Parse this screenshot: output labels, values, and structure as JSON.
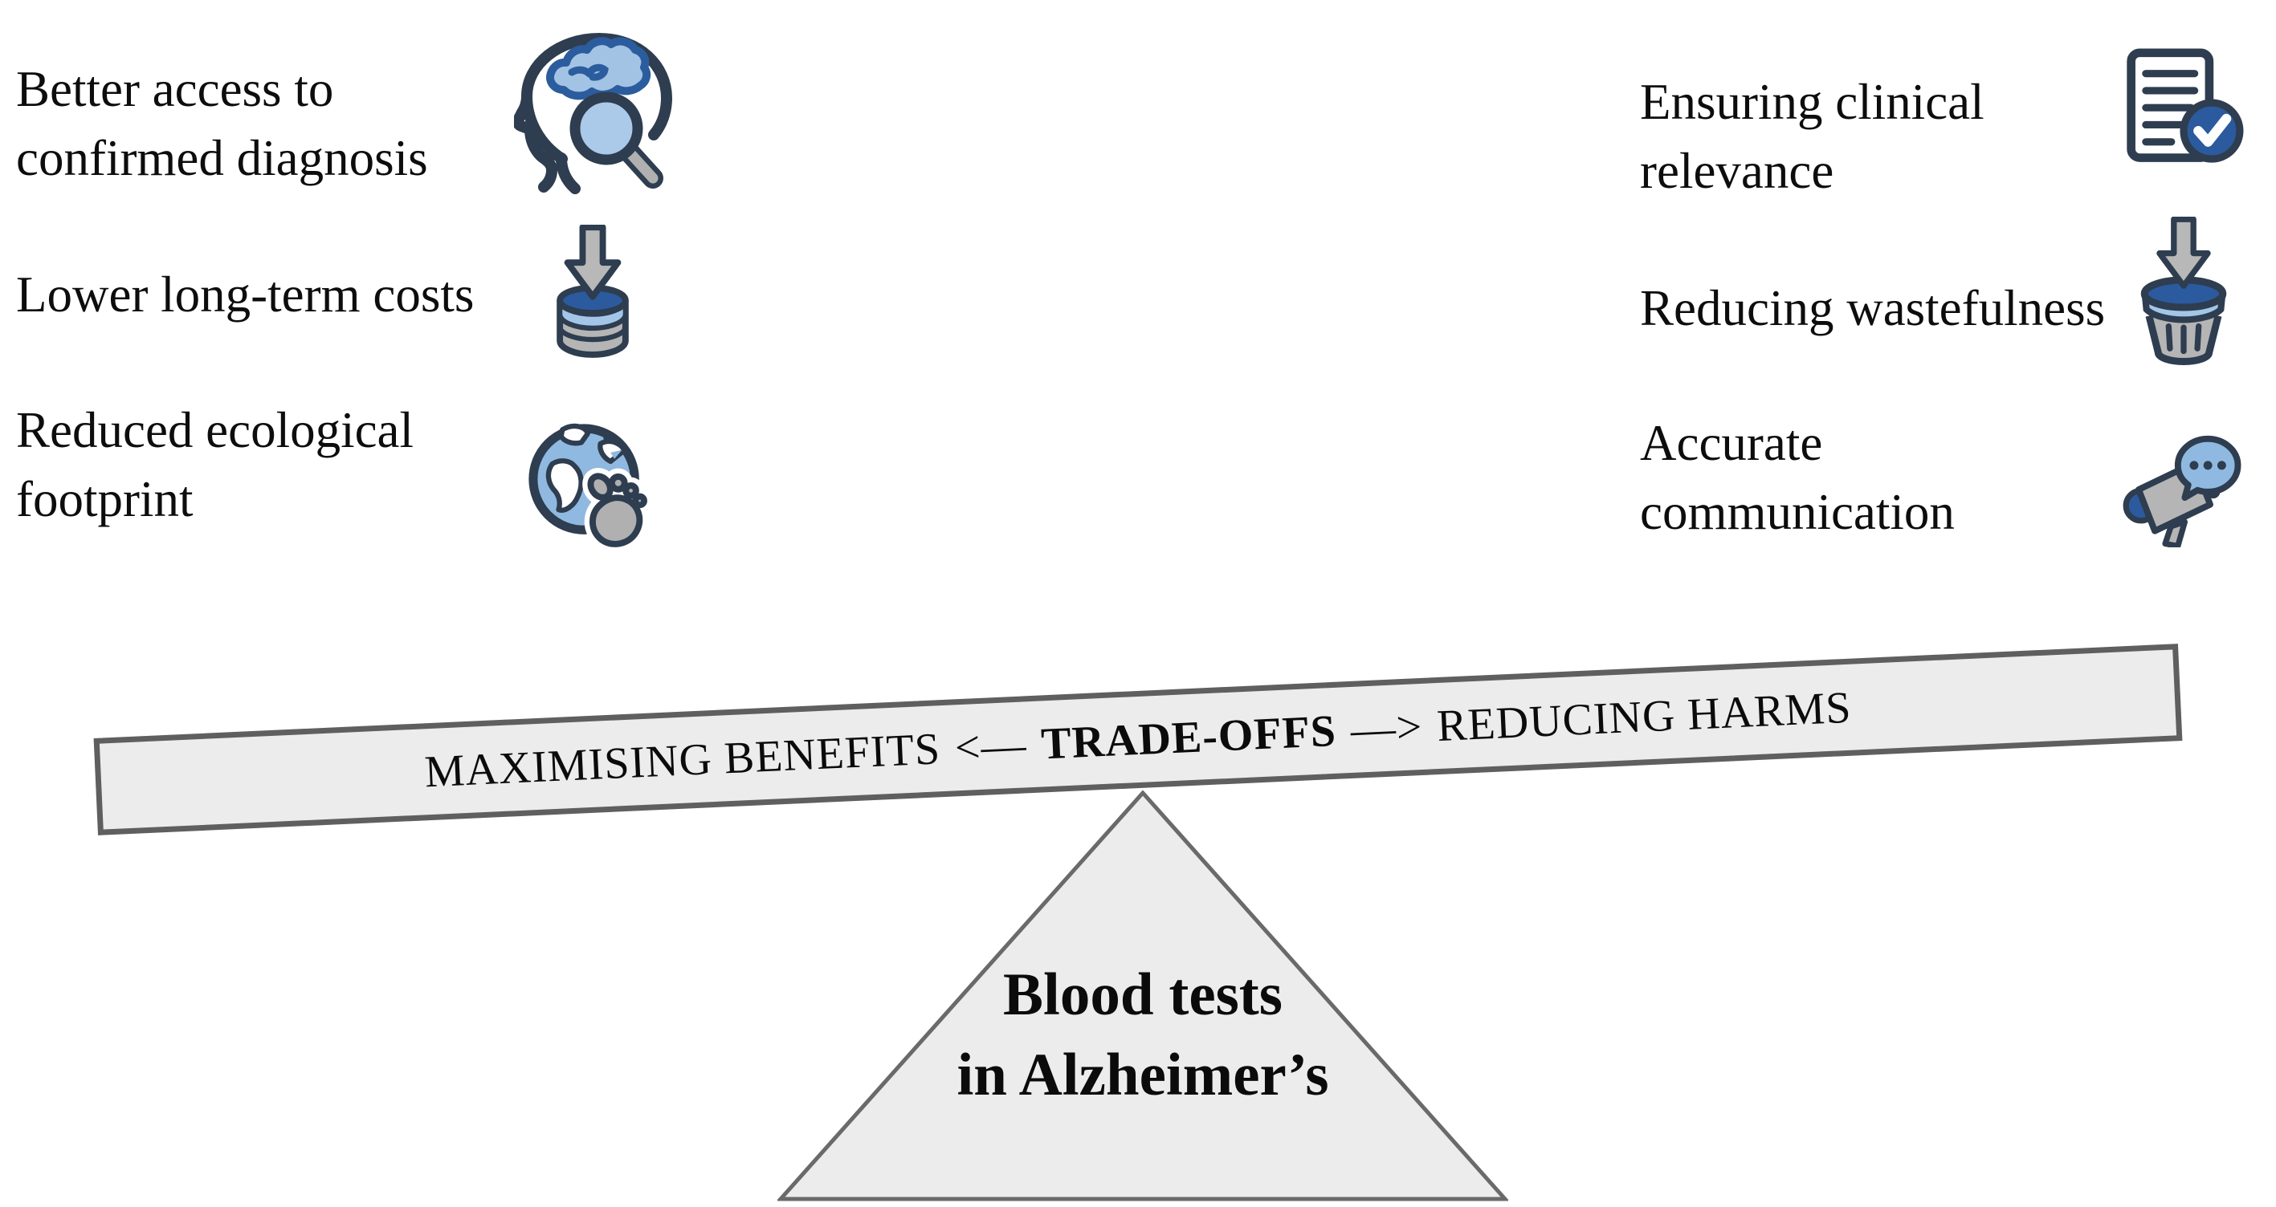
{
  "benefits": {
    "items": [
      {
        "lines": [
          "Better access to",
          "confirmed diagnosis"
        ],
        "icon": "brain-search-icon"
      },
      {
        "lines": [
          "Lower long-term costs"
        ],
        "icon": "cost-reduction-icon"
      },
      {
        "lines": [
          "Reduced ecological",
          "footprint"
        ],
        "icon": "eco-footprint-icon"
      }
    ]
  },
  "harms": {
    "items": [
      {
        "lines": [
          "Ensuring clinical",
          "relevance"
        ],
        "icon": "clinical-relevance-icon"
      },
      {
        "lines": [
          "Reducing wastefulness"
        ],
        "icon": "waste-reduction-icon"
      },
      {
        "lines": [
          "Accurate",
          "communication"
        ],
        "icon": "communication-icon"
      }
    ]
  },
  "seesaw": {
    "plank": {
      "left_label": "MAXIMISING BENEFITS",
      "left_arrow": "<—",
      "center_label": "TRADE-OFFS",
      "right_arrow": "—>",
      "right_label": "REDUCING HARMS"
    },
    "fulcrum": {
      "lines": [
        "Blood tests",
        "in Alzheimer’s"
      ]
    }
  },
  "colors": {
    "navy_outline": "#2e3d4f",
    "mid_blue": "#2b5a9e",
    "light_blue": "#8fb9e0",
    "pale_blue": "#a9c9e8",
    "icon_gray": "#b5b5b5",
    "panel_fill": "#ececec",
    "panel_border": "#5f5f5f",
    "text": "#0d0d0d"
  }
}
